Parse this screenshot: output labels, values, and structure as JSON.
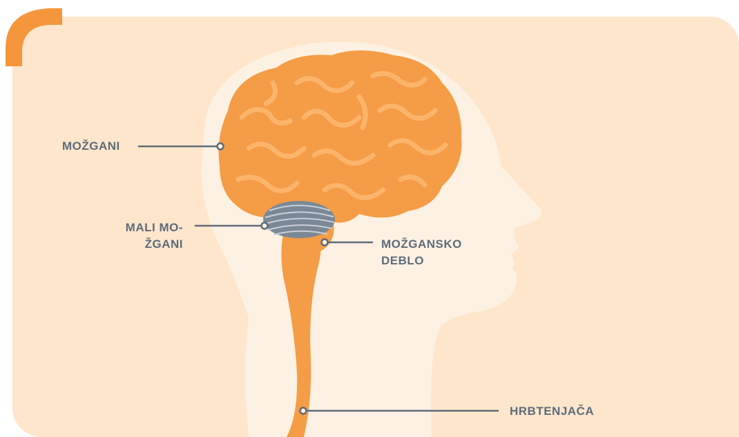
{
  "diagram": {
    "labels": {
      "cerebrum": "MOŽGANI",
      "cerebellum_line1": "MALI MO-",
      "cerebellum_line2": "ŽGANI",
      "brainstem_line1": "MOŽGANSKO",
      "brainstem_line2": "DEBLO",
      "spinal_cord": "HRBTENJAČA"
    }
  },
  "colors": {
    "background_panel": "#fde6cc",
    "head_silhouette": "#fdf1e3",
    "brain": "#f59c46",
    "brain_highlight": "#fbb56b",
    "cerebellum": "#7b8896",
    "label_text": "#5e6b79",
    "accent_corner": "#f5963d"
  }
}
